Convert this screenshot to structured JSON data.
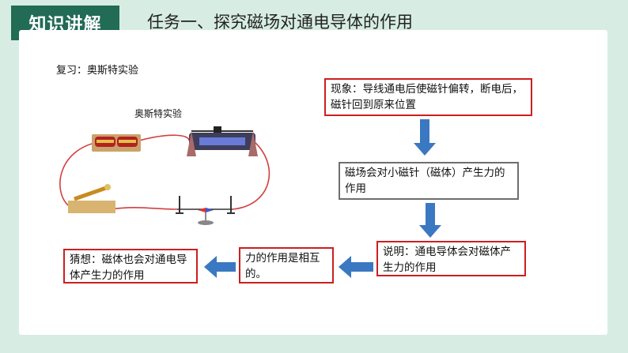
{
  "header": {
    "tag_label": "知识讲解",
    "title": "任务一、探究磁场对通电导体的作用"
  },
  "review_label": "复习：奥斯特实验",
  "figure": {
    "caption": "奥斯特实验"
  },
  "flow": {
    "phenomenon": "现象：导线通电后使磁针偏转，断电后，磁针回到原来位置",
    "conclusion": "磁场会对小磁针（磁体）产生力的作用",
    "explanation": "说明：通电导体会对磁体产生力的作用",
    "mutual": "力的作用是相互的。",
    "hypothesis": "猜想：磁体也会对通电导体产生力的作用"
  },
  "colors": {
    "tag_bg": "#226b55",
    "background": "#d7ede4",
    "box_border": "#cc1f1f",
    "arrow": "#3b78c2"
  }
}
